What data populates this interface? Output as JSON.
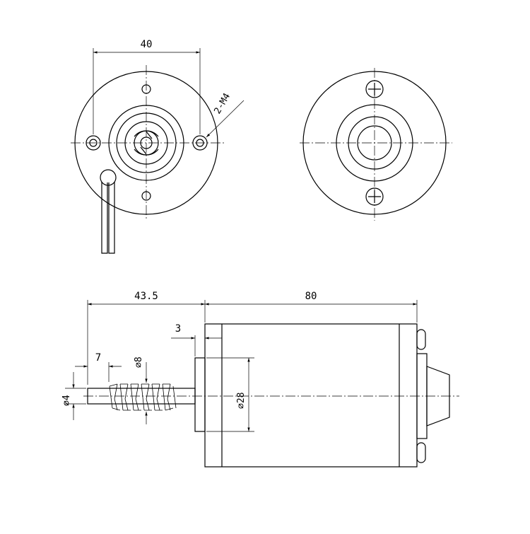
{
  "dimensions": {
    "front_width": "40",
    "thread_callout": "2-M4",
    "shaft_length": "43.5",
    "body_length": "80",
    "flange_thickness": "3",
    "shaft_tip": "7",
    "worm_diameter": "⌀8",
    "shaft_diameter": "⌀4",
    "boss_diameter": "⌀28"
  }
}
